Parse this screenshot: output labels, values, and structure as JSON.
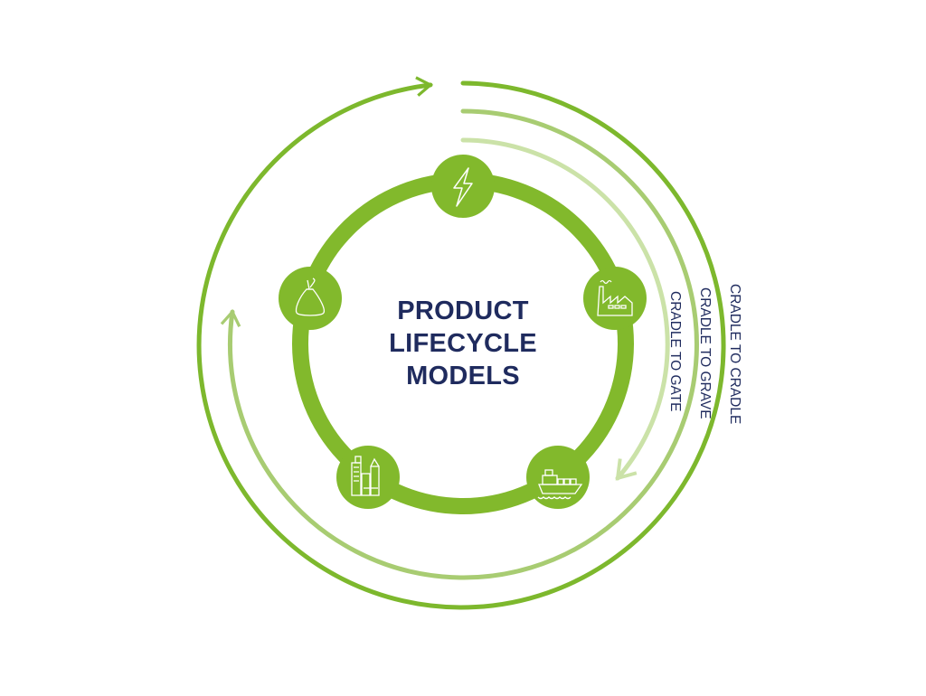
{
  "title": {
    "lines": [
      "PRODUCT",
      "LIFECYCLE",
      "MODELS"
    ]
  },
  "cycles": [
    {
      "label": "CRADLE TO CRADLE",
      "color": "#7db82d"
    },
    {
      "label": "CRADLE TO GRAVE",
      "color": "#a8cc72"
    },
    {
      "label": "CRADLE TO GATE",
      "color": "#cbe2a8"
    }
  ],
  "stages": [
    {
      "icon": "lightning-bolt-icon"
    },
    {
      "icon": "factory-icon"
    },
    {
      "icon": "cargo-ship-icon"
    },
    {
      "icon": "city-buildings-icon"
    },
    {
      "icon": "garbage-bag-icon"
    }
  ],
  "colors": {
    "ring": "#82b92c",
    "text": "#1f2b5e"
  }
}
